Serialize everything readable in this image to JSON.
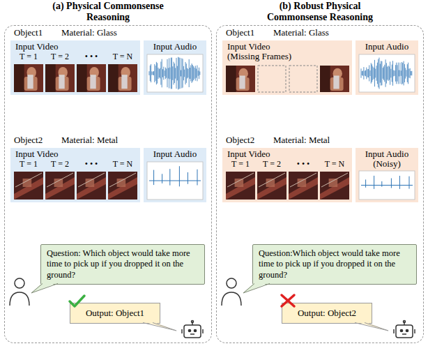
{
  "diagram": {
    "nodes": [
      {
        "text": [
          "(a) Physical Commonsense Reasoning"
        ]
      },
      {
        "text": [
          "Input Video",
          "T = 1",
          "T = 2",
          "• • •",
          "T = N"
        ],
        "in": 0
      },
      {
        "text": [
          "Input Audio"
        ],
        "in": 0
      },
      {
        "text": [
          "Input Video",
          "T = 1",
          "T = 2",
          "• • •",
          "T = N"
        ],
        "in": 0
      },
      {
        "text": [
          "Input Audio"
        ],
        "in": 0
      },
      {
        "text": [
          "Question: Which object would take more time to pick up if you dropped it on the ground?"
        ],
        "in": 0
      },
      {
        "text": [
          "Output: Object1"
        ],
        "in": 0
      },
      {
        "text": [
          "(b) Robust Physical Commonsense Reasoning"
        ]
      },
      {
        "text": [
          "Input Video",
          "(Missing Frames)"
        ],
        "in": 7
      },
      {
        "text": [
          "Input Audio"
        ],
        "in": 7
      },
      {
        "text": [
          "Input Video",
          "T = 1",
          "T = 2",
          "• • •",
          "T = N"
        ],
        "in": 7
      },
      {
        "text": [
          "Input Audio",
          "(Noisy)"
        ],
        "in": 7
      },
      {
        "text": [
          "Question:Which object would take more time to pick up if you dropped it on the ground?"
        ],
        "in": 7
      },
      {
        "text": [
          "Output: Object2"
        ],
        "in": 7
      }
    ],
    "labels": [
      "Object1",
      "Material: Glass",
      "Object2",
      "Material: Metal",
      "Object1",
      "Material: Glass",
      "Object2",
      "Material: Metal"
    ]
  }
}
